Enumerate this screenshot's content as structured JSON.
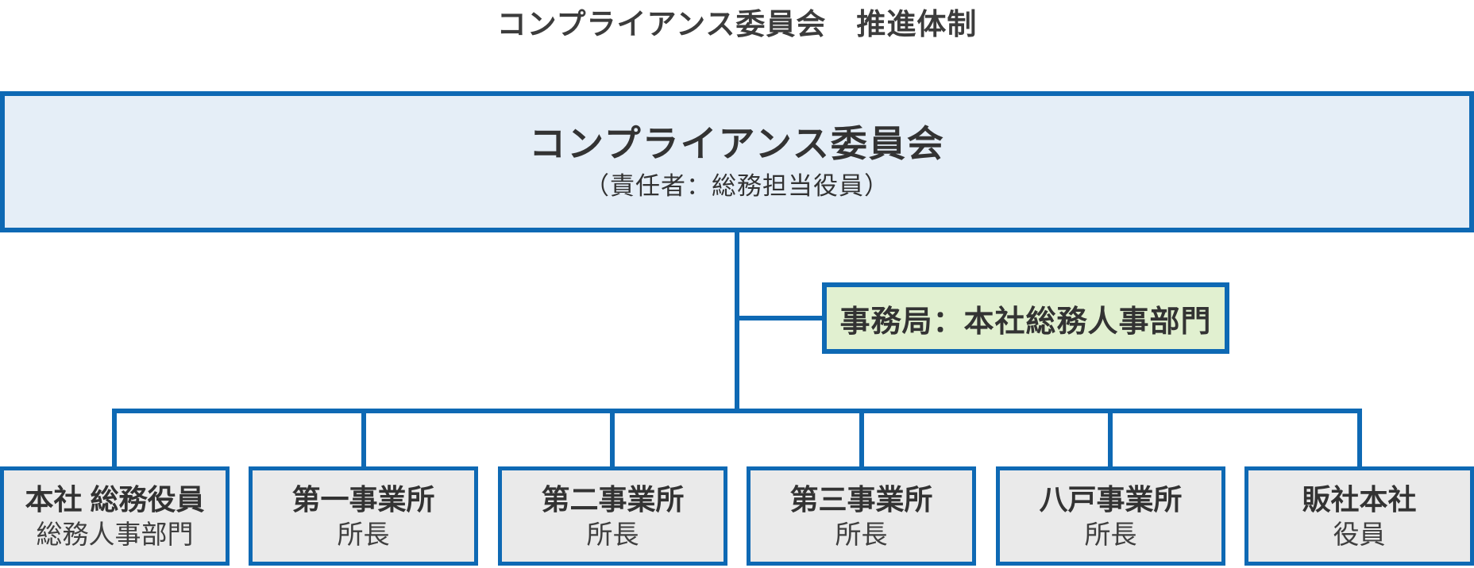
{
  "page_title": "コンプライアンス委員会　推進体制",
  "colors": {
    "border_blue": "#0e69b4",
    "committee_bg": "#e5eef7",
    "office_bg": "#e1f0d0",
    "unit_bg": "#eaeaea"
  },
  "committee": {
    "name": "コンプライアンス委員会",
    "subtitle": "（責任者：総務担当役員）"
  },
  "secretariat": {
    "label": "事務局：本社総務人事部門"
  },
  "units": [
    {
      "name": "本社 総務役員",
      "role": "総務人事部門"
    },
    {
      "name": "第一事業所",
      "role": "所長"
    },
    {
      "name": "第二事業所",
      "role": "所長"
    },
    {
      "name": "第三事業所",
      "role": "所長"
    },
    {
      "name": "八戸事業所",
      "role": "所長"
    },
    {
      "name": "販社本社",
      "role": "役員"
    }
  ]
}
